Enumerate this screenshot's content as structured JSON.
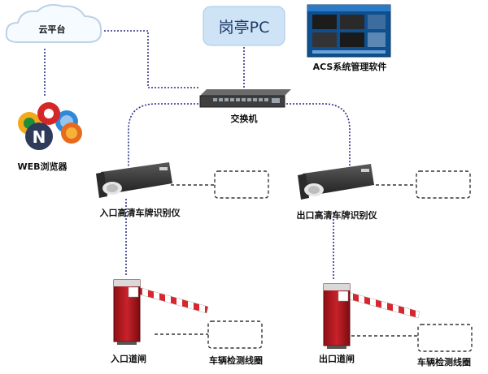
{
  "nodes": {
    "cloud": {
      "label": "云平台"
    },
    "booth_pc": {
      "label": "岗亭PC"
    },
    "acs": {
      "label": "ACS系统管理软件"
    },
    "switch": {
      "label": "交换机"
    },
    "browser": {
      "label": "WEB浏览器"
    },
    "entry_camera": {
      "label": "入口高清车牌识别仪"
    },
    "exit_camera": {
      "label": "出口高清车牌识别仪"
    },
    "entry_gate": {
      "label": "入口道闸"
    },
    "exit_gate": {
      "label": "出口道闸"
    },
    "entry_loop": {
      "label": "车辆检测线圈"
    },
    "exit_loop": {
      "label": "车辆检测线圈"
    }
  },
  "colors": {
    "link": "#2b2f88",
    "dashed_box": "#333333",
    "pc_box": "#cfe3f7",
    "gate_red": "#b0151c",
    "camera_dark": "#3a3a3a"
  }
}
